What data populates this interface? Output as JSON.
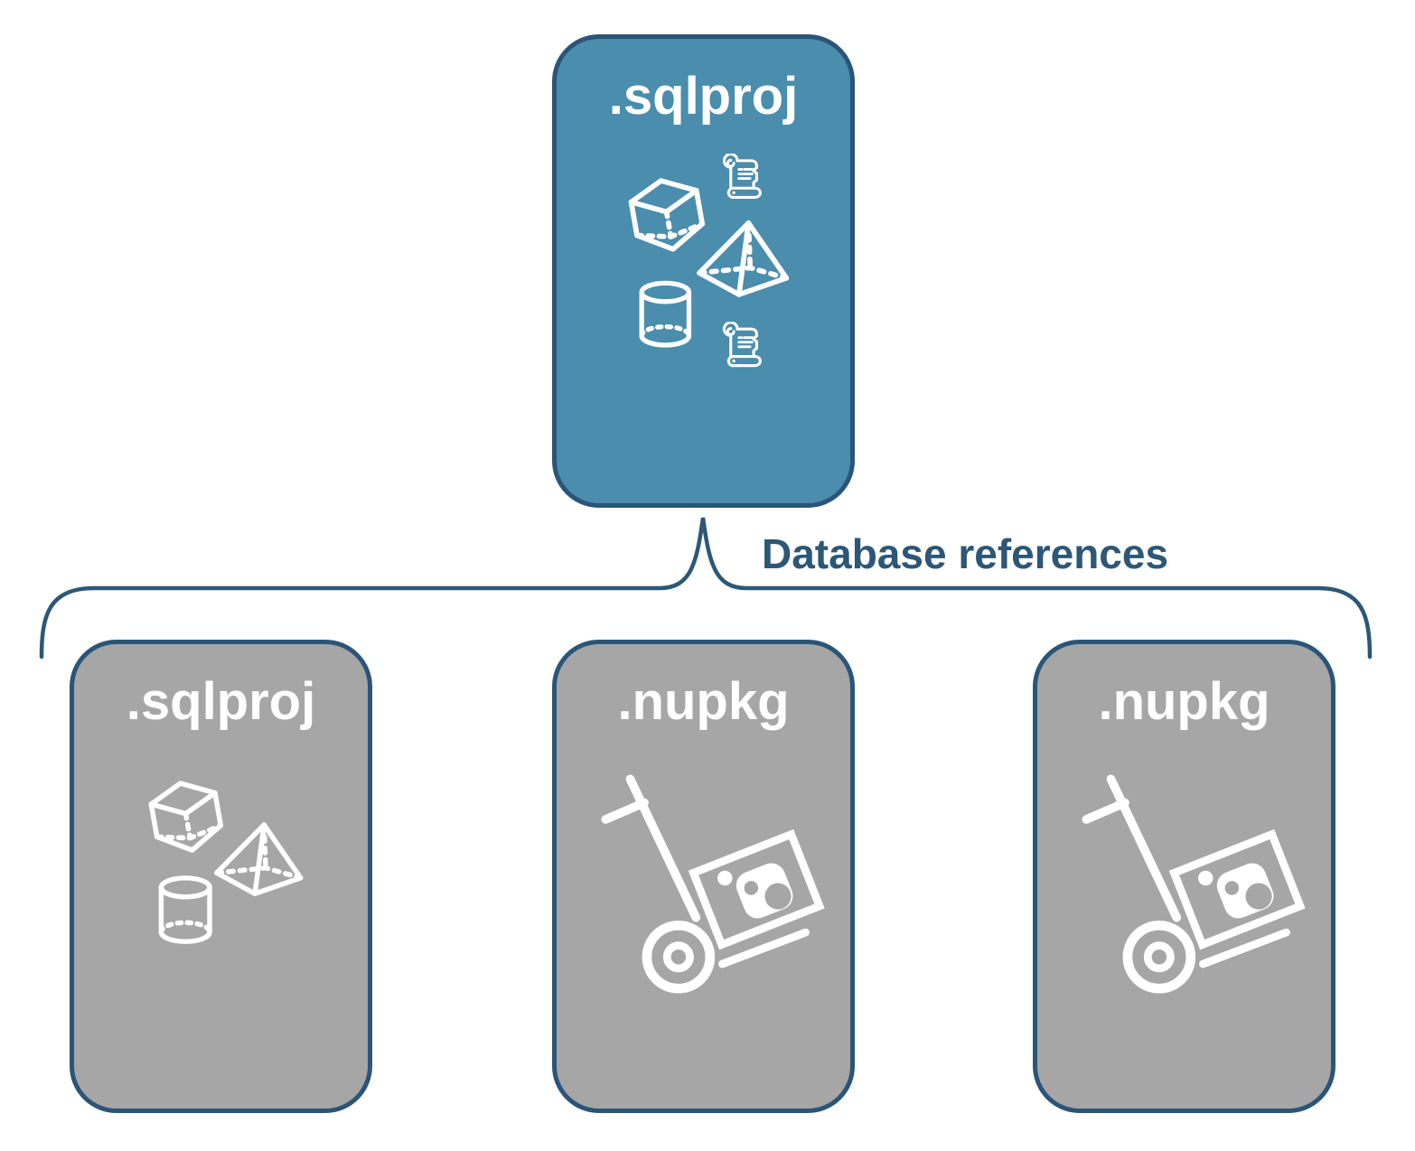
{
  "diagram": {
    "parent_box": {
      "label": ".sqlproj",
      "icons": [
        "script-scroll",
        "cube",
        "pyramid",
        "cylinder",
        "script-scroll"
      ]
    },
    "connector": {
      "label": "Database references"
    },
    "child_boxes": [
      {
        "label": ".sqlproj",
        "icons": [
          "cube",
          "pyramid",
          "cylinder"
        ]
      },
      {
        "label": ".nupkg",
        "icons": [
          "hand-truck-with-nuget-package"
        ]
      },
      {
        "label": ".nupkg",
        "icons": [
          "hand-truck-with-nuget-package"
        ]
      }
    ],
    "colors": {
      "parent_fill": "#4A8DAD",
      "child_fill": "#A6A6A6",
      "border": "#2A5578",
      "label_text": "#2C5777",
      "icon": "#FFFFFF",
      "background": "#FFFFFF"
    }
  }
}
